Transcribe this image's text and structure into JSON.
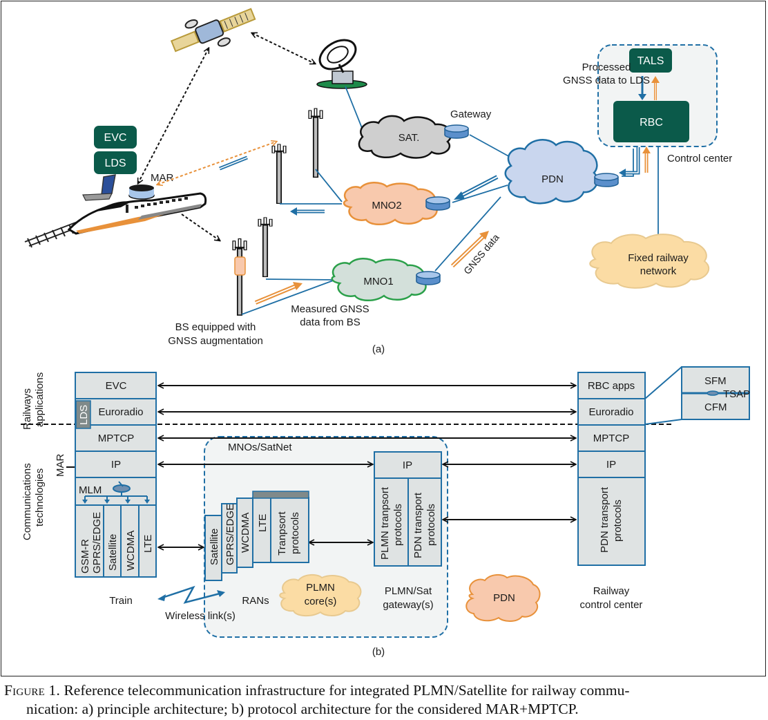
{
  "figure": {
    "caption_label": "Figure 1.",
    "caption_line1": " Reference telecommunication infrastructure for integrated PLMN/Satellite for railway commu-",
    "caption_line2": "nication: a) principle architecture; b) protocol architecture for the considered MAR+MPTCP."
  },
  "part_a": {
    "sublabel": "(a)",
    "train_boxes": [
      "EVC",
      "LDS"
    ],
    "mar_label": "MAR",
    "sat_cloud": "SAT.",
    "gateway_label": "Gateway",
    "pdn_cloud": "PDN",
    "mno2_cloud": "MNO2",
    "mno1_cloud": "MNO1",
    "gnss_data_label": "GNSS data",
    "measured_label": [
      "Measured GNSS",
      "data from BS"
    ],
    "bs_label": [
      "BS equipped with",
      "GNSS augmentation"
    ],
    "control_center": {
      "tals": "TALS",
      "rbc": "RBC",
      "processed_label": [
        "Processed",
        "GNSS data to LDS"
      ],
      "label": "Control center"
    },
    "fixed_network": [
      "Fixed railway",
      "network"
    ],
    "colors": {
      "dark_green": "#0b5a4a",
      "link_blue": "#1f6fa5",
      "orange": "#e8913a",
      "sat_gray": "#cfcfcf",
      "pdn_blue": "#c9d6ee",
      "mno2_orange": "#f8c9ad",
      "mno1_green": "#d3e0da",
      "fixed_yellow": "#fbdca4"
    }
  },
  "part_b": {
    "sublabel": "(b)",
    "side_labels": {
      "railways": [
        "Railways",
        "applications"
      ],
      "comms": [
        "Communications",
        "technologies"
      ],
      "mar": "MAR"
    },
    "train_stack": {
      "layers": [
        "EVC",
        "Euroradio",
        "MPTCP",
        "IP"
      ],
      "lds": "LDS",
      "mlm": "MLM",
      "radios": [
        "GSM-R|GPRS/EDGE",
        "Satellite",
        "WCDMA",
        "LTE"
      ],
      "label": "Train"
    },
    "mno_group": {
      "title": "MNOs/SatNet",
      "ran_stack": [
        "Satellite",
        "GPRS/EDGE",
        "WCDMA",
        "LTE"
      ],
      "transport": [
        "Tranpsort",
        "protocols"
      ],
      "rans_label": "RANs",
      "plmn_core": [
        "PLMN",
        "core(s)"
      ],
      "gateway_ip": "IP",
      "gateway_cols": [
        [
          "PLMN tranpsort",
          "protocols"
        ],
        [
          "PDN transport",
          "protocols"
        ]
      ],
      "gateway_label": [
        "PLMN/Sat",
        "gateway(s)"
      ]
    },
    "wireless_label": "Wireless link(s)",
    "pdn_cloud": "PDN",
    "rcc_stack": {
      "layers": [
        "RBC apps",
        "Euroradio",
        "MPTCP",
        "IP"
      ],
      "transport": [
        "PDN transport",
        "protocols"
      ],
      "label": [
        "Railway",
        "control center"
      ]
    },
    "euroradio_detail": {
      "sfm": "SFM",
      "cfm": "CFM",
      "tsap": "TSAP"
    }
  }
}
